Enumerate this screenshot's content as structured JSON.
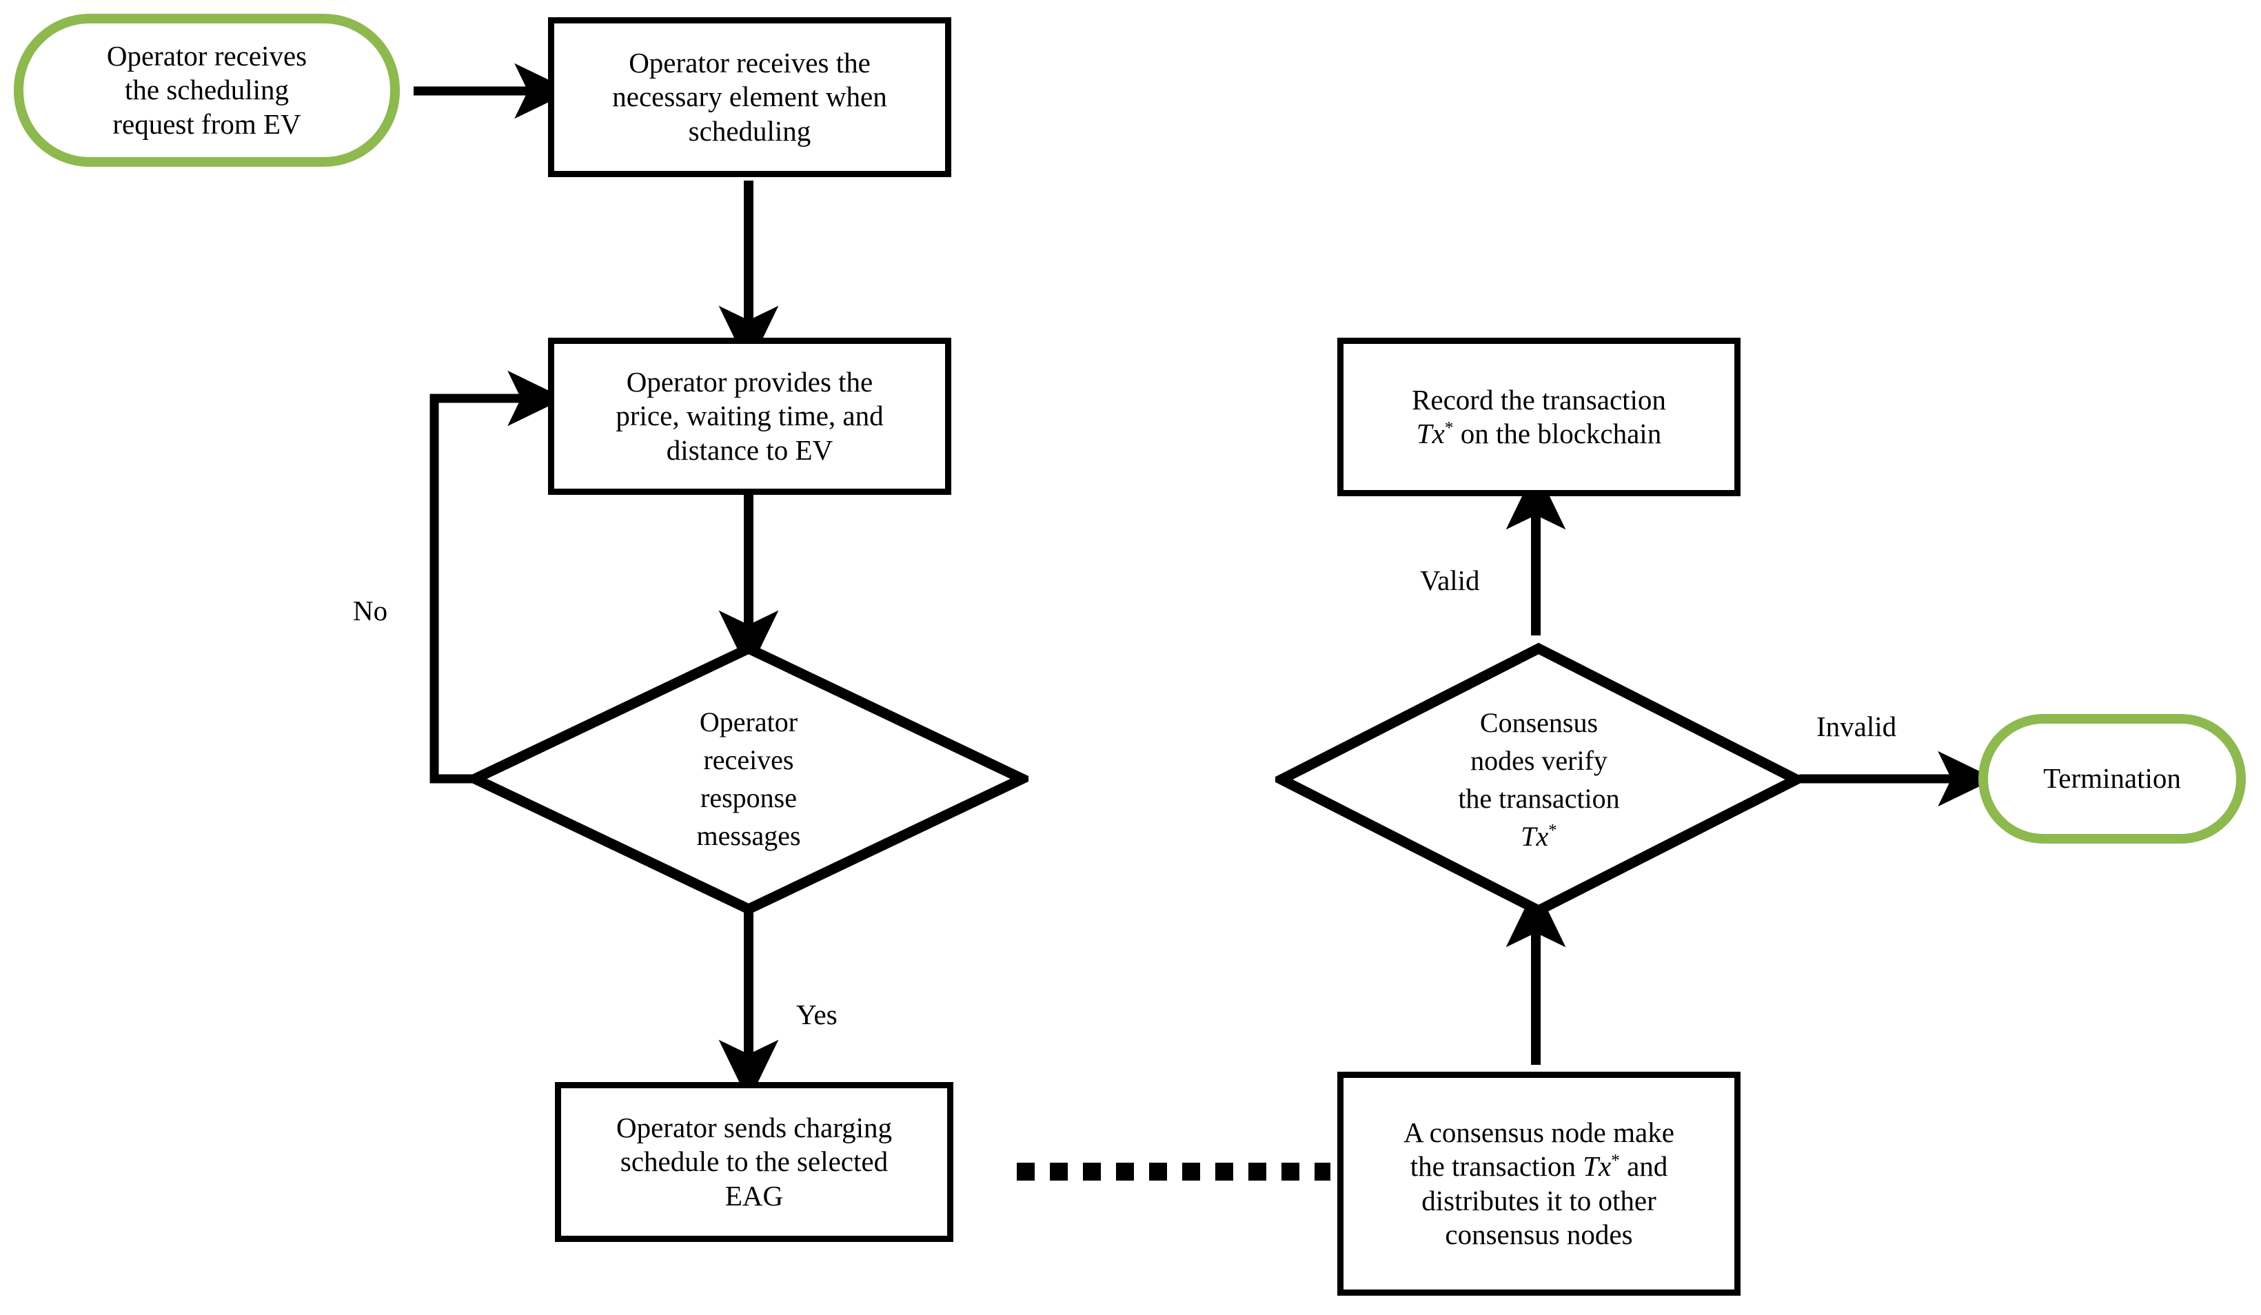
{
  "diagram": {
    "type": "flowchart",
    "title": "EV charging scheduling and blockchain transaction flow",
    "colors": {
      "terminal_border": "#8DB94F",
      "process_border": "#000000",
      "edge": "#000000",
      "text": "#000000",
      "background": "#FFFFFF"
    }
  },
  "nodes": {
    "start": {
      "shape": "terminal",
      "label": "Operator receives\nthe scheduling\nrequest from EV"
    },
    "receive_element": {
      "shape": "process",
      "label": "Operator receives the\nnecessary element when\nscheduling"
    },
    "provide_price": {
      "shape": "process",
      "label": "Operator provides the\nprice, waiting time, and\ndistance  to EV"
    },
    "response_decision": {
      "shape": "decision",
      "lines": [
        "Operator",
        "receives",
        "response",
        "messages"
      ]
    },
    "send_schedule": {
      "shape": "process",
      "label": "Operator sends charging\nschedule to the selected\nEAG"
    },
    "make_transaction": {
      "shape": "process",
      "line1": "A consensus node make",
      "line2_pre": "the transaction ",
      "line2_math": "Tx",
      "line2_sup": "*",
      "line2_post": " and",
      "line3": "distributes it to other",
      "line4": "consensus nodes"
    },
    "verify_decision": {
      "shape": "decision",
      "line1": "Consensus",
      "line2": "nodes verify",
      "line3": "the transaction",
      "line4_math": "Tx",
      "line4_sup": "*"
    },
    "record_transaction": {
      "shape": "process",
      "line1": "Record the transaction",
      "line2_math": "Tx",
      "line2_sup": "*",
      "line2_post": " on the blockchain"
    },
    "termination": {
      "shape": "terminal",
      "label": "Termination"
    }
  },
  "edges": [
    {
      "from": "start",
      "to": "receive_element",
      "style": "solid-arrow",
      "label": ""
    },
    {
      "from": "receive_element",
      "to": "provide_price",
      "style": "solid-arrow",
      "label": ""
    },
    {
      "from": "provide_price",
      "to": "response_decision",
      "style": "solid-arrow",
      "label": ""
    },
    {
      "from": "response_decision",
      "to": "provide_price",
      "style": "solid-arrow",
      "label": "No"
    },
    {
      "from": "response_decision",
      "to": "send_schedule",
      "style": "solid-arrow",
      "label": "Yes"
    },
    {
      "from": "send_schedule",
      "to": "make_transaction",
      "style": "dotted",
      "label": ""
    },
    {
      "from": "make_transaction",
      "to": "verify_decision",
      "style": "solid-arrow",
      "label": ""
    },
    {
      "from": "verify_decision",
      "to": "record_transaction",
      "style": "solid-arrow",
      "label": "Valid"
    },
    {
      "from": "verify_decision",
      "to": "termination",
      "style": "solid-arrow",
      "label": "Invalid"
    }
  ],
  "edge_labels": {
    "no": "No",
    "yes": "Yes",
    "valid": "Valid",
    "invalid": "Invalid"
  }
}
